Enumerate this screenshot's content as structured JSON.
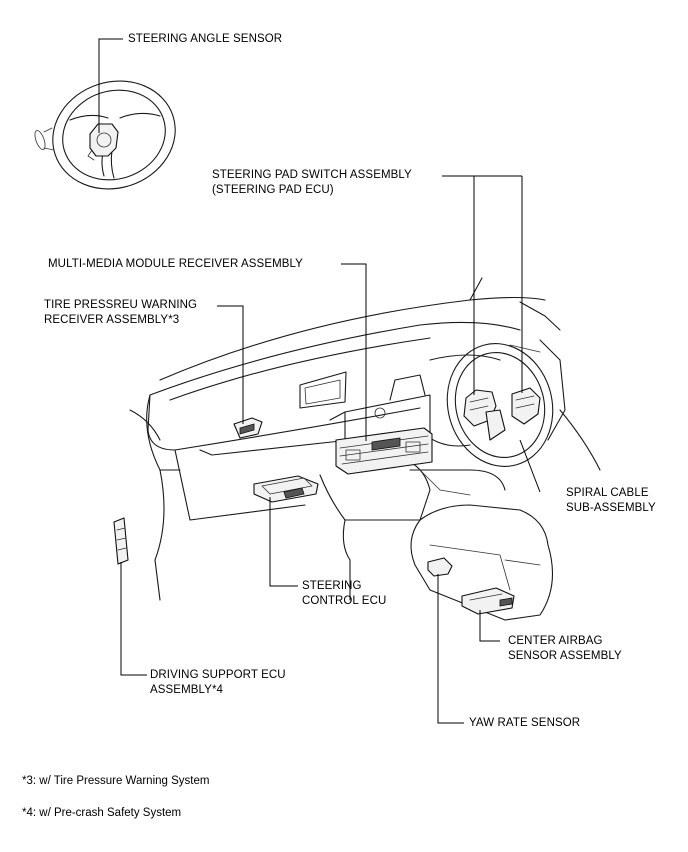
{
  "labels": {
    "steering_angle_sensor": "STEERING ANGLE SENSOR",
    "steering_pad_switch_1": "STEERING PAD SWITCH ASSEMBLY",
    "steering_pad_switch_2": "(STEERING PAD ECU)",
    "multimedia_receiver": "MULTI-MEDIA MODULE RECEIVER ASSEMBLY",
    "tire_pressure_1": "TIRE PRESSREU WARNING",
    "tire_pressure_2": "RECEIVER ASSEMBLY*3",
    "spiral_cable_1": "SPIRAL CABLE",
    "spiral_cable_2": "SUB-ASSEMBLY",
    "steering_control_1": "STEERING",
    "steering_control_2": "CONTROL ECU",
    "center_airbag_1": "CENTER AIRBAG",
    "center_airbag_2": "SENSOR ASSEMBLY",
    "driving_support_1": "DRIVING SUPPORT ECU",
    "driving_support_2": "ASSEMBLY*4",
    "yaw_rate_sensor": "YAW RATE SENSOR"
  },
  "notes": {
    "note3": "*3: w/ Tire Pressure Warning System",
    "note4": "*4: w/ Pre-crash Safety System"
  }
}
